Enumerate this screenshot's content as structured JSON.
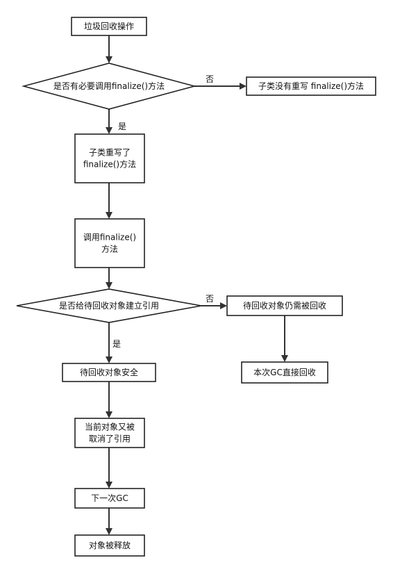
{
  "nodes": [
    {
      "id": "start",
      "name": "node-gc-operation",
      "lines": [
        "垃圾回收操作"
      ]
    },
    {
      "id": "d1",
      "name": "decision-need-finalize",
      "lines": [
        "是否有必要调用finalize()方法"
      ]
    },
    {
      "id": "no_override",
      "name": "node-subclass-not-overridden",
      "lines": [
        "子类没有重写 finalize()方法"
      ]
    },
    {
      "id": "override",
      "name": "node-subclass-overridden",
      "lines": [
        "子类重写了",
        "finalize()方法"
      ]
    },
    {
      "id": "call",
      "name": "node-call-finalize",
      "lines": [
        "调用finalize()",
        "方法"
      ]
    },
    {
      "id": "d2",
      "name": "decision-re-reference",
      "lines": [
        "是否给待回收对象建立引用"
      ]
    },
    {
      "id": "still",
      "name": "node-object-still-collected",
      "lines": [
        "待回收对象仍需被回收"
      ]
    },
    {
      "id": "collect_now",
      "name": "node-collect-this-gc",
      "lines": [
        "本次GC直接回收"
      ]
    },
    {
      "id": "safe",
      "name": "node-object-safe",
      "lines": [
        "待回收对象安全"
      ]
    },
    {
      "id": "cancelled",
      "name": "node-reference-cancelled",
      "lines": [
        "当前对象又被",
        "取消了引用"
      ]
    },
    {
      "id": "next_gc",
      "name": "node-next-gc",
      "lines": [
        "下一次GC"
      ]
    },
    {
      "id": "released",
      "name": "node-object-released",
      "lines": [
        "对象被释放"
      ]
    }
  ],
  "edges": [
    {
      "from": "start",
      "to": "d1",
      "label": ""
    },
    {
      "from": "d1",
      "to": "no_override",
      "label": "否"
    },
    {
      "from": "d1",
      "to": "override",
      "label": "是"
    },
    {
      "from": "override",
      "to": "call",
      "label": ""
    },
    {
      "from": "call",
      "to": "d2",
      "label": ""
    },
    {
      "from": "d2",
      "to": "still",
      "label": "否"
    },
    {
      "from": "d2",
      "to": "safe",
      "label": "是"
    },
    {
      "from": "still",
      "to": "collect_now",
      "label": ""
    },
    {
      "from": "safe",
      "to": "cancelled",
      "label": ""
    },
    {
      "from": "cancelled",
      "to": "next_gc",
      "label": ""
    },
    {
      "from": "next_gc",
      "to": "released",
      "label": ""
    }
  ]
}
